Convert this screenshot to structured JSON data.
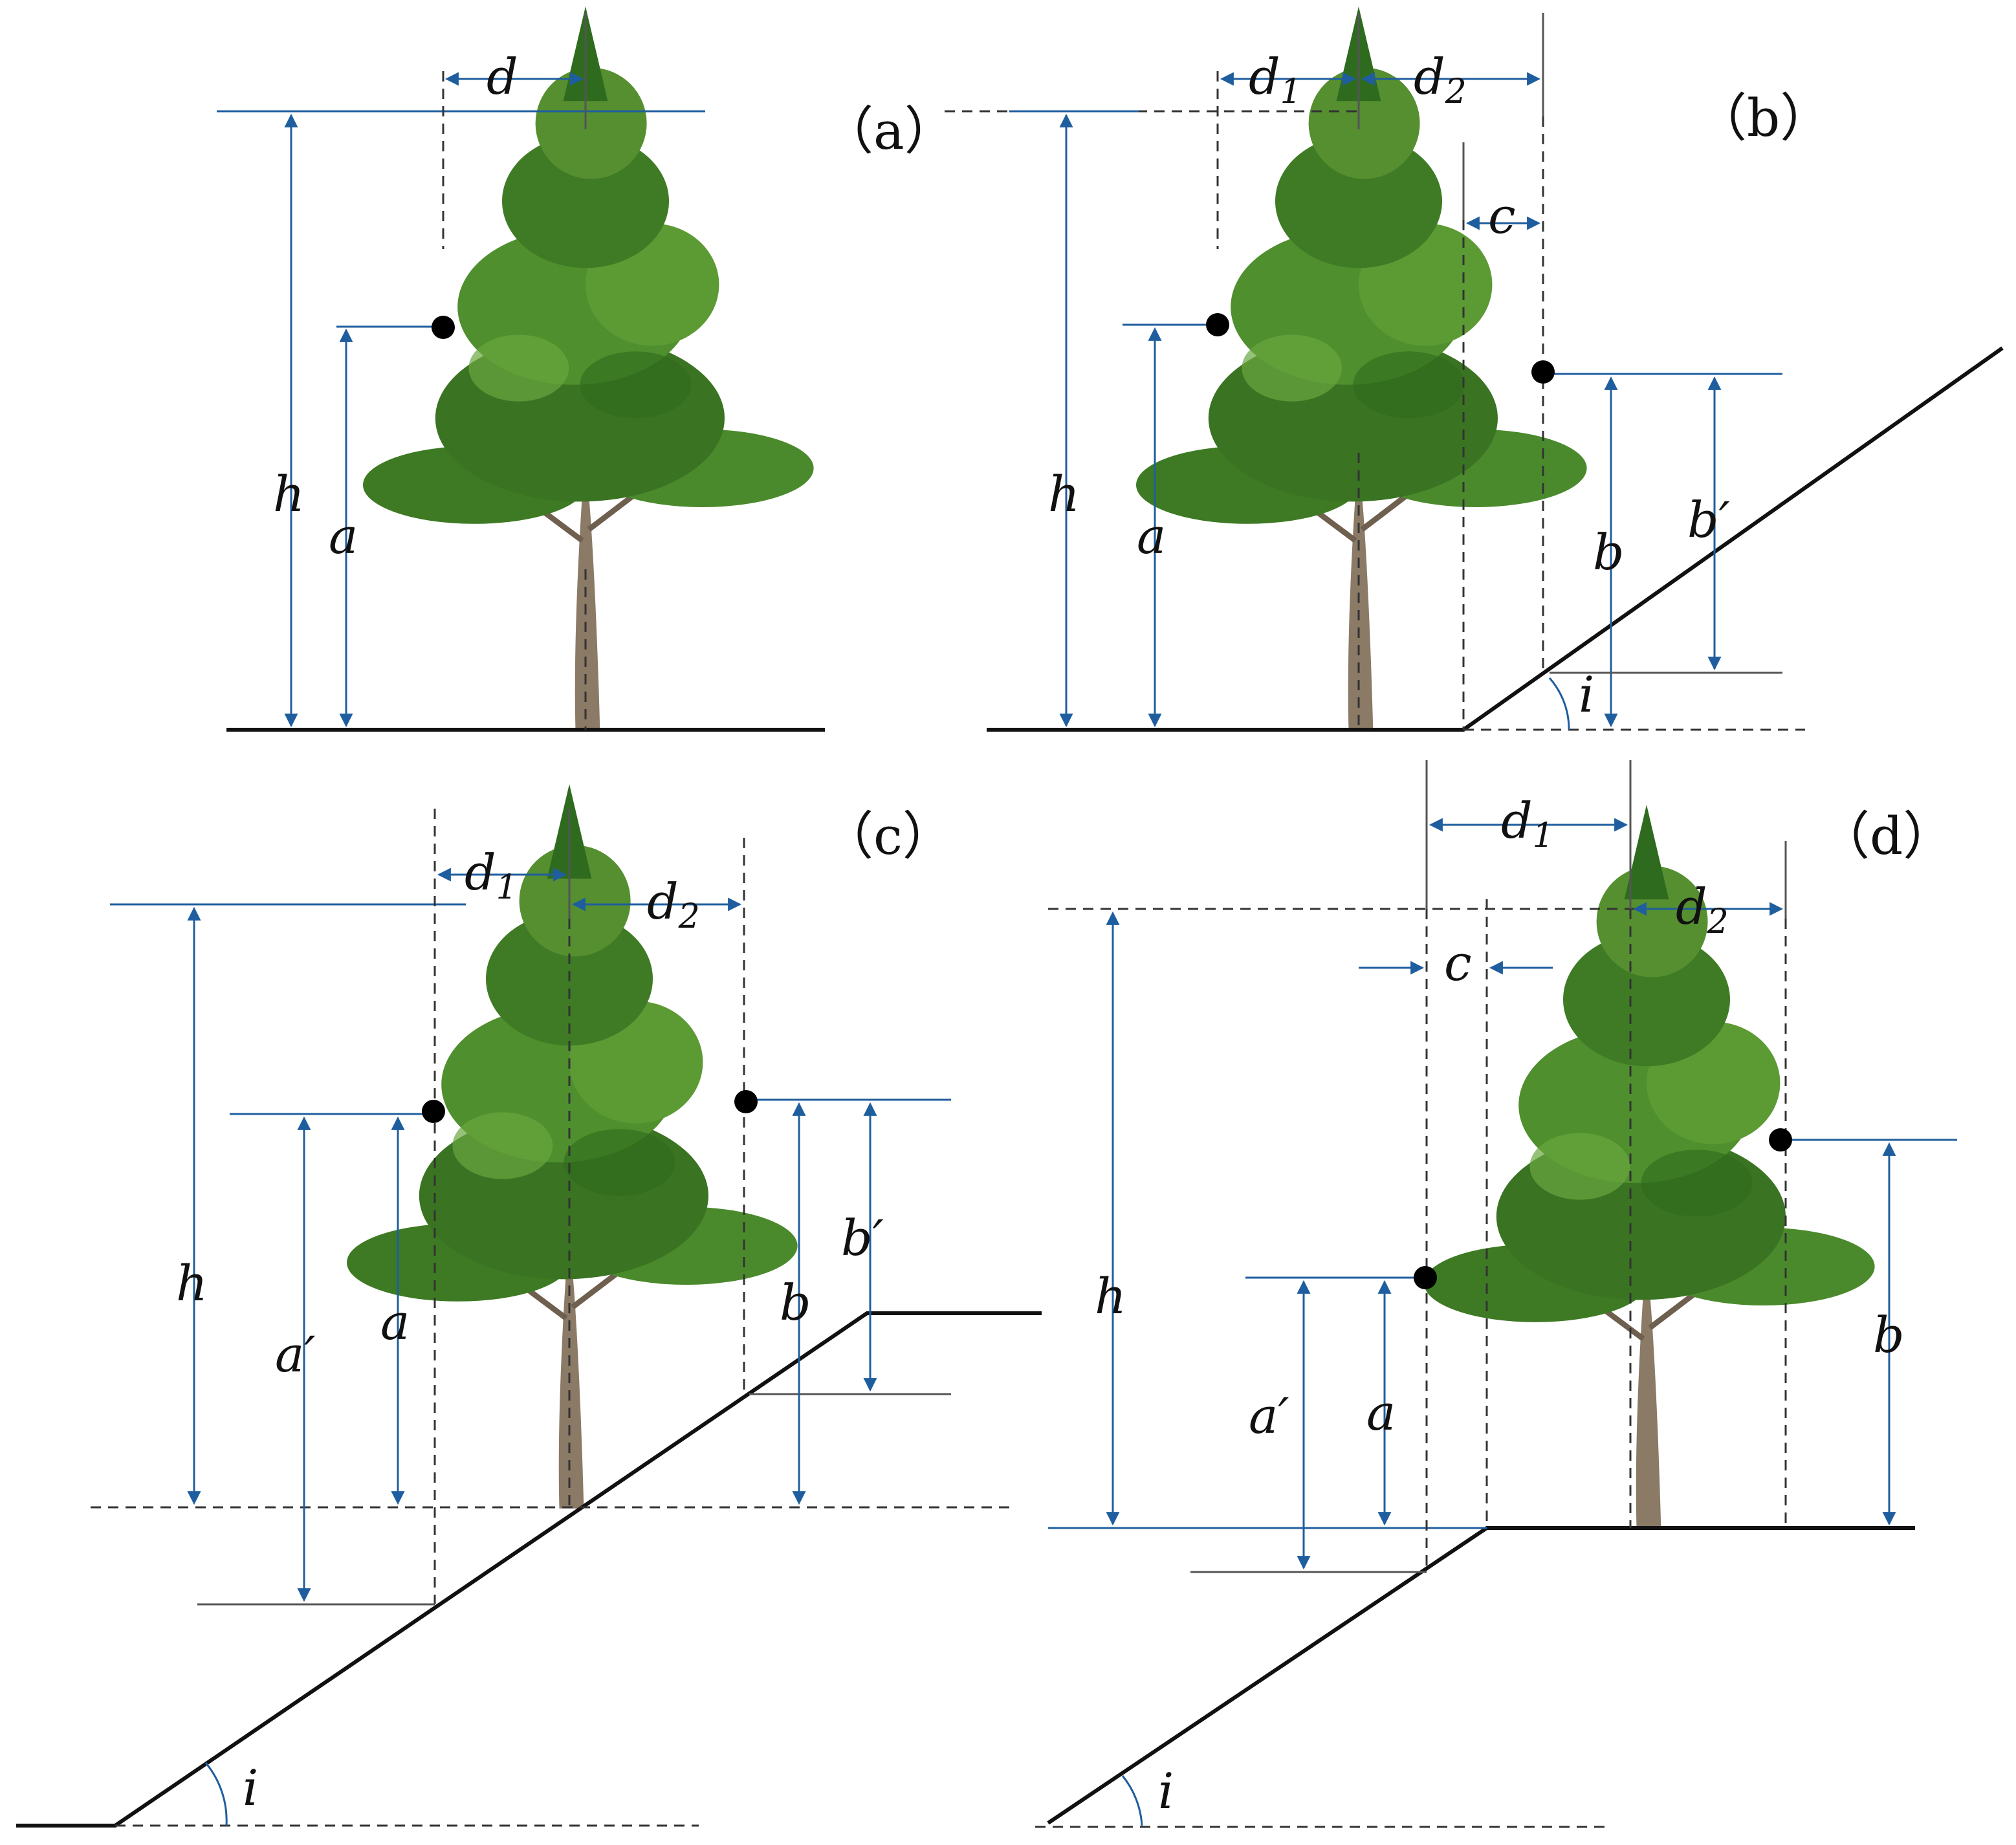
{
  "panels": {
    "a": {
      "tag": "（a）",
      "labels": {
        "h": "h",
        "a": "a",
        "d": "d"
      }
    },
    "b": {
      "tag": "（b）",
      "labels": {
        "h": "h",
        "a": "a",
        "d1": "d",
        "d1_sub": "1",
        "d2": "d",
        "d2_sub": "2",
        "c": "c",
        "b": "b",
        "bprime": "b′",
        "i": "i"
      }
    },
    "c": {
      "tag": "（c）",
      "labels": {
        "h": "h",
        "aprime": "a′",
        "a": "a",
        "d1": "d",
        "d1_sub": "1",
        "d2": "d",
        "d2_sub": "2",
        "b": "b",
        "bprime": "b′",
        "i": "i"
      }
    },
    "d": {
      "tag": "（d）",
      "labels": {
        "h": "h",
        "aprime": "a′",
        "a": "a",
        "d1": "d",
        "d1_sub": "1",
        "d2": "d",
        "d2_sub": "2",
        "c": "c",
        "b": "b",
        "i": "i"
      }
    }
  },
  "colors": {
    "dimension_line": "#1f5e9e",
    "ground_line": "#111111",
    "foliage_dark": "#2f6b1f",
    "foliage_light": "#5c9a34",
    "trunk": "#8a7a66"
  },
  "icons": {
    "tree": "pine-tree-icon",
    "measure_point": "measure-point-icon"
  }
}
